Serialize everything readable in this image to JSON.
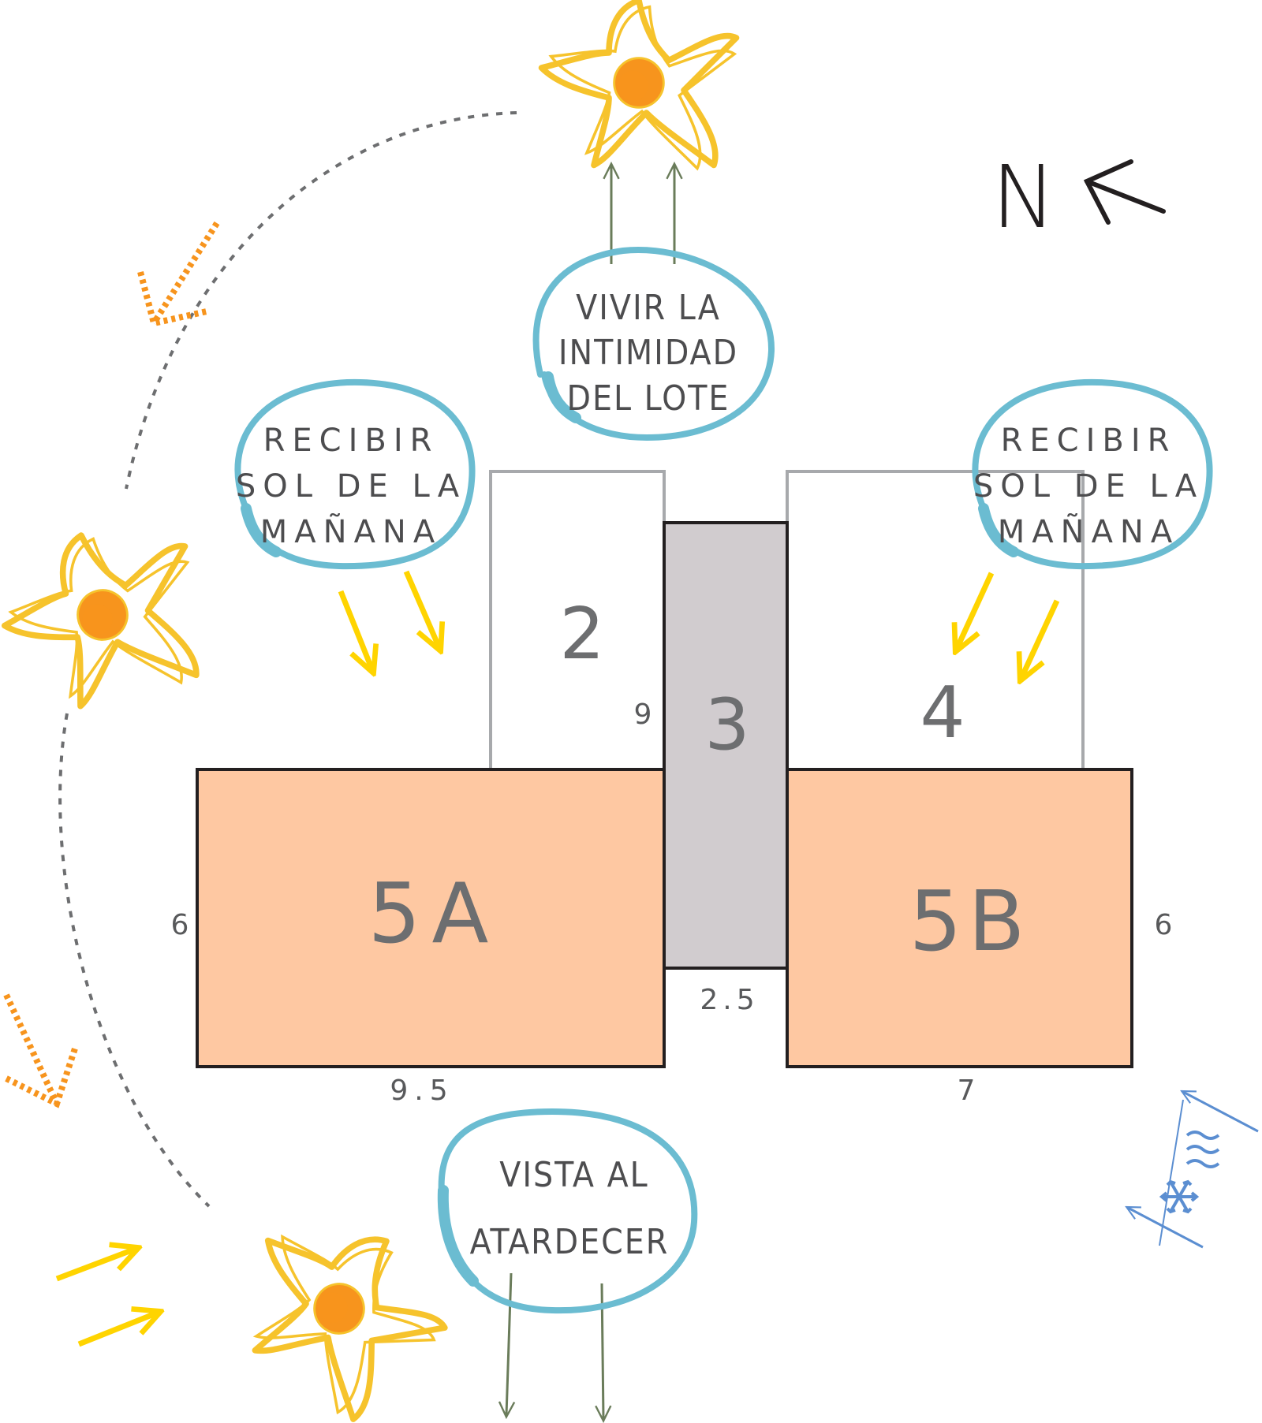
{
  "north": {
    "label": "N"
  },
  "rooms": {
    "r2": {
      "label": "2"
    },
    "r3": {
      "label": "3"
    },
    "r4": {
      "label": "4"
    },
    "r5a": {
      "label": "5A"
    },
    "r5b": {
      "label": "5B"
    }
  },
  "dimensions": {
    "room3_height": "9",
    "room3_width": "2.5",
    "r5a_height": "6",
    "r5a_width": "9.5",
    "r5b_height": "6",
    "r5b_width": "7"
  },
  "bubbles": {
    "top": {
      "lines": [
        "VIVIR LA",
        "INTIMIDAD",
        "DEL LOTE"
      ]
    },
    "left": {
      "lines": [
        "RECIBIR",
        "SOL DE LA",
        "MAÑANA"
      ]
    },
    "right": {
      "lines": [
        "RECIBIR",
        "SOL DE LA",
        "MAÑANA"
      ]
    },
    "bottom": {
      "lines": [
        "VISTA AL",
        "ATARDECER"
      ]
    }
  },
  "colors": {
    "sun_petal": "#f6c32c",
    "sun_core": "#f7941d",
    "bubble": "#6bbcd1",
    "room_orange": "#fec8a2",
    "room_gray": "#d1cccf",
    "sun_ray": "#ffd400",
    "view_arrow": "#6a7c5a",
    "orange_dotted": "#f7941d",
    "wind": "#5b8ed1",
    "path_dotted": "#6d6e70"
  }
}
